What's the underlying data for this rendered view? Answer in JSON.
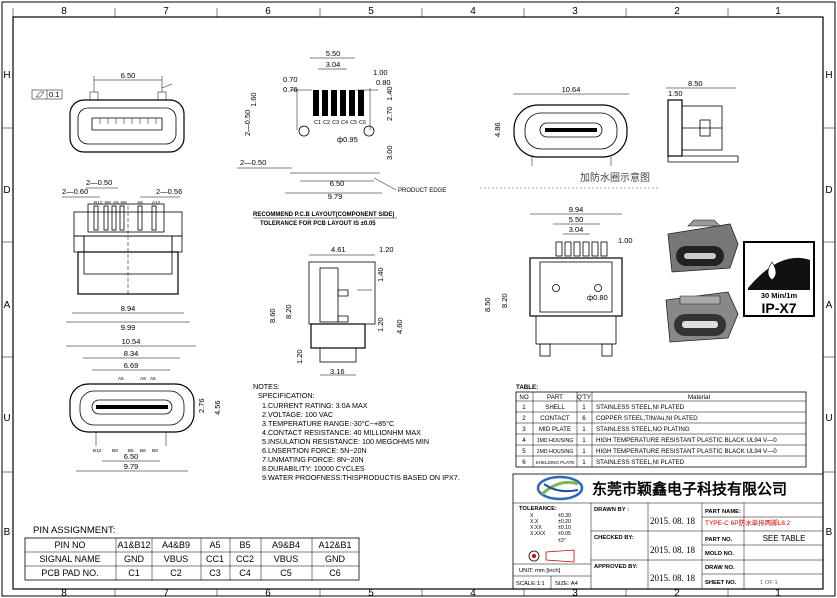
{
  "frame": {
    "top_cols": [
      "8",
      "7",
      "6",
      "5",
      "4",
      "3",
      "2",
      "1"
    ],
    "bottom_cols": [
      "8",
      "7",
      "6",
      "5",
      "4",
      "3",
      "2",
      "1"
    ],
    "left_rows": [
      "H",
      "D",
      "A",
      "U",
      "B"
    ],
    "right_rows": [
      "H",
      "D",
      "A",
      "U",
      "B"
    ]
  },
  "front_view": {
    "w_650": "6.50",
    "flatness": "0.1"
  },
  "pcb_layout": {
    "d550": "5.50",
    "d304": "3.04",
    "d100": "1.00",
    "d080": "0.80",
    "d070": "0.70",
    "d076": "0.76",
    "d160": "1.60",
    "d050": "2—0.50",
    "d270": "2.70",
    "d140": "1.40",
    "d300": "3.00",
    "d650": "6.50",
    "d979": "9.79",
    "hole": "ф0.95",
    "pins": [
      "C1",
      "C2",
      "C3",
      "C4",
      "C5",
      "C6"
    ],
    "product_edge": "PRODUCT EDGE",
    "caption1": "RECOMMEND P.C.B LAYOUT(COMPONENT SIDE)",
    "caption2": "TOLERANCE FOR PCB LAYOUT IS ±0.05"
  },
  "waterproof": {
    "caption": "加防水圈示意图",
    "d1064": "10.64",
    "d486": "4.86",
    "d150": "1.50",
    "d850": "8.50"
  },
  "top_view": {
    "d050": "2—0.50",
    "d060": "2—0.60",
    "d056": "2—0.56",
    "d894": "8.94",
    "d999": "9.99",
    "pin_labels": [
      "B12",
      "B9",
      "A5",
      "B6",
      "A8",
      "A12"
    ]
  },
  "side_view": {
    "d461": "4.61",
    "d120": "1.20",
    "d140": "1.40",
    "d860": "8.60",
    "d820": "8.20",
    "d120b": "1.20",
    "d120c": "1.20",
    "d460": "4.60",
    "d316": "3.16"
  },
  "bottom_view": {
    "d1054": "10.54",
    "d834": "8.34",
    "d669": "6.69",
    "d650": "6.50",
    "d979": "9.79",
    "d276": "2.76",
    "d456": "4.56",
    "top_pins": [
      "A5",
      "A9",
      "A6"
    ],
    "bot_pins": [
      "B12",
      "B9",
      "B5",
      "B6",
      "B9"
    ]
  },
  "rear_view": {
    "d994": "9.94",
    "d550": "5.50",
    "d304": "3.04",
    "d100": "1.00",
    "hole": "ф0.80",
    "d850": "8.50",
    "d820": "8.20"
  },
  "ip_badge": {
    "depth": "30 Min/1m",
    "rating": "IP-X7"
  },
  "notes": {
    "title": "NOTES:",
    "spec": "SPECIFICATION:",
    "items": [
      "1.CURRENT RATING: 3.0A MAX",
      "2.VOLTAGE: 100 VAC",
      "3.TEMPERATURE RANGE:-30°C~+85°C",
      "4.CONTACT RESISTANCE: 40 MILLIONHM MAX",
      "5.INSULATION RESISTANCE: 100 MEGOHMS MIN",
      "6.LNSERTION FORCE: 5N~20N",
      "7.UNMATING FORCE: 8N~20N",
      "8.DURABILITY: 10000 CYCLES",
      "9.WATER PROOFNESS:THISPRODUCTIS BASED ON IPX7."
    ]
  },
  "bom": {
    "title": "TABLE:",
    "headers": [
      "NO",
      "PART",
      "Q'TY",
      "Material"
    ],
    "rows": [
      [
        "1",
        "SHELL",
        "1",
        "STAINLESS STEEL,NI PLATED"
      ],
      [
        "2",
        "CONTACT",
        "6",
        "COPPER STEEL,TIN/Au,NI PLATED"
      ],
      [
        "3",
        "MID PLATE",
        "1",
        "STAINLESS STEEL,NO PLATING"
      ],
      [
        "4",
        "1MD HOUSING",
        "1",
        "HIGH TEMPERATURE RESISTANT PLASTIC BLACK UL94 V—0"
      ],
      [
        "5",
        "2MD HOUSING",
        "1",
        "HIGH TEMPERATURE RESISTANT PLASTIC BLACK UL94 V—0"
      ],
      [
        "6",
        "SHELDING PLATE",
        "1",
        "STAINLESS STEEL,NI PLATED"
      ]
    ]
  },
  "title_block": {
    "company": "东莞市颖鑫电子科技有限公司",
    "tolerance": "TOLERANCE:",
    "tol_rows": [
      [
        "X",
        "±0.30"
      ],
      [
        "X.X",
        "±0.20"
      ],
      [
        "X.XX",
        "±0.10"
      ],
      [
        "X.XXX",
        "±0.05"
      ],
      [
        "",
        "±2°"
      ]
    ],
    "drawn_by": "DRAWN BY :",
    "checked_by": "CHECKED BY:",
    "approved_by": "APPROVED BY:",
    "date1": "2015. 08. 18",
    "date2": "2015. 08. 18",
    "date3": "2015. 08. 18",
    "part_name_label": "PART NAME:",
    "part_name": "TYPE-C 6P防水单排两脚L8.2",
    "part_no_label": "PART NO.",
    "part_no": "SEE TABLE",
    "mold_no": "MOLD NO.",
    "draw_no": "DRAW NO.",
    "sheet_no": "SHEET NO.",
    "sheet": "1 OF 1",
    "unit": "UNIT: mm [inch]",
    "scale": "SCALE:1:1",
    "size": "SIZE: A4"
  },
  "pin_assignment": {
    "title": "PIN ASSIGNMENT:",
    "rows": [
      [
        "PIN NO",
        "A1&B12",
        "A4&B9",
        "A5",
        "B5",
        "A9&B4",
        "A12&B1"
      ],
      [
        "SIGNAL NAME",
        "GND",
        "VBUS",
        "CC1",
        "CC2",
        "VBUS",
        "GND"
      ],
      [
        "PCB PAD NO.",
        "C1",
        "C2",
        "C3",
        "C4",
        "C5",
        "C6"
      ]
    ]
  }
}
